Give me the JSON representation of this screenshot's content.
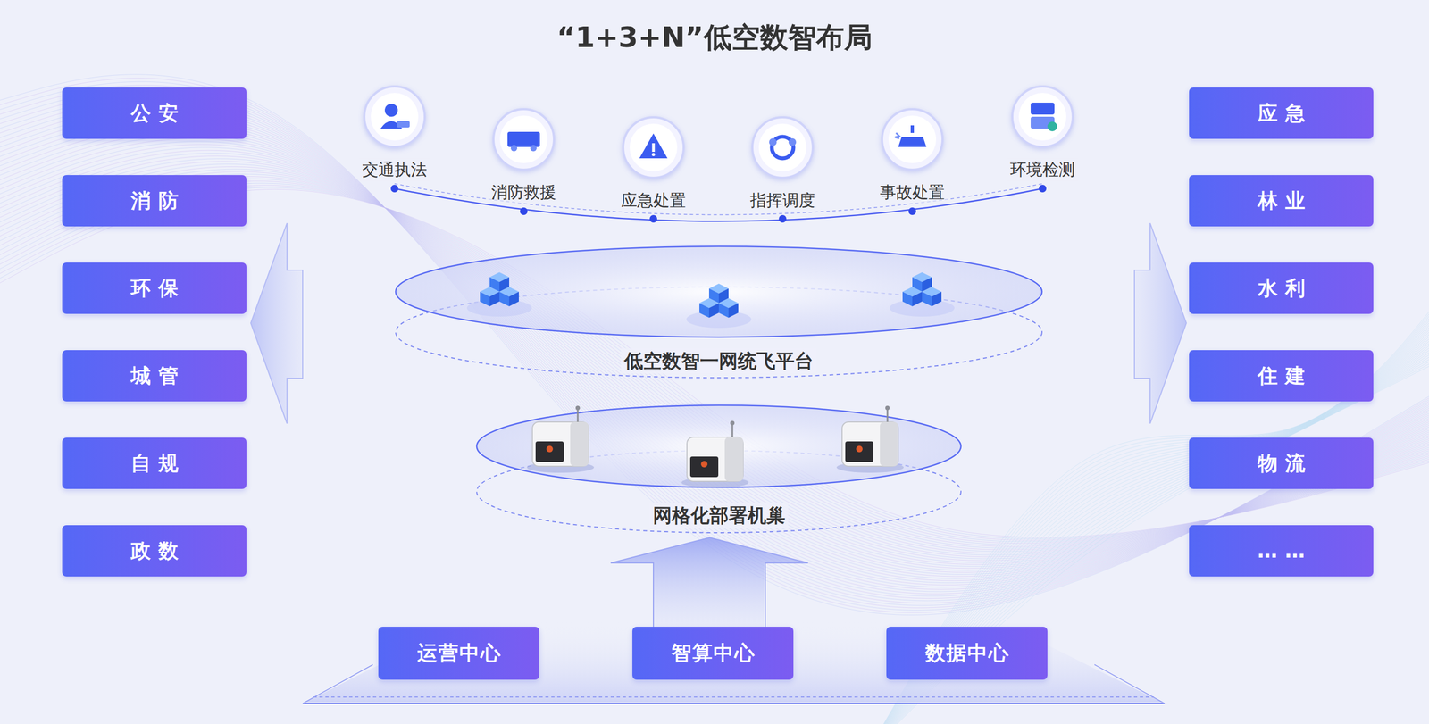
{
  "diagram": {
    "title": "“1+3+N”低空数智布局",
    "nodes": [
      {
        "text": [
          "公安"
        ]
      },
      {
        "text": [
          "消防"
        ]
      },
      {
        "text": [
          "环保"
        ]
      },
      {
        "text": [
          "城管"
        ]
      },
      {
        "text": [
          "自规"
        ]
      },
      {
        "text": [
          "政数"
        ]
      },
      {
        "text": [
          "应急"
        ]
      },
      {
        "text": [
          "林业"
        ]
      },
      {
        "text": [
          "水利"
        ]
      },
      {
        "text": [
          "住建"
        ]
      },
      {
        "text": [
          "物流"
        ]
      },
      {
        "text": [
          "……"
        ]
      },
      {
        "text": [
          "运营中心"
        ]
      },
      {
        "text": [
          "智算中心"
        ]
      },
      {
        "text": [
          "数据中心"
        ]
      }
    ],
    "labels": [
      "交通执法",
      "消防救援",
      "应急处置",
      "指挥调度",
      "事故处置",
      "环境检测",
      "低空数智一网统飞平台",
      "网格化部署机巢"
    ]
  }
}
